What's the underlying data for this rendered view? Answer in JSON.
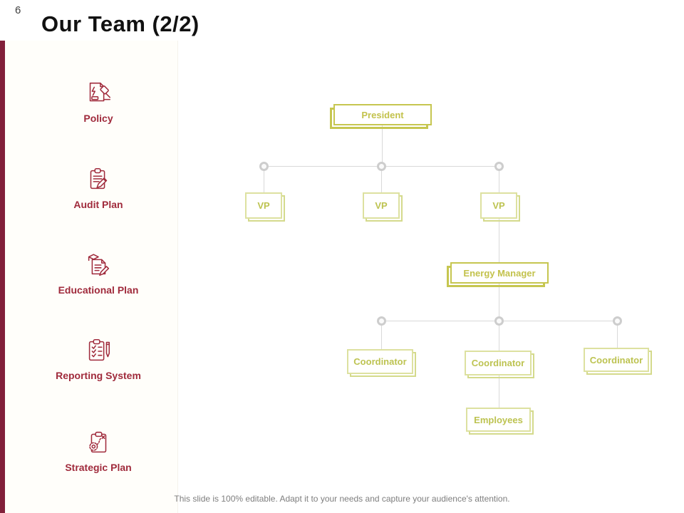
{
  "slide": {
    "page_number": "6",
    "title": "Our Team (2/2)",
    "footer": "This slide is 100% editable. Adapt it to your needs and capture your audience's attention."
  },
  "sidebar": {
    "items": [
      {
        "label": "Policy",
        "icon": "gavel-document-icon"
      },
      {
        "label": "Audit Plan",
        "icon": "clipboard-pencil-icon"
      },
      {
        "label": "Educational Plan",
        "icon": "document-graduation-pencil-icon"
      },
      {
        "label": "Reporting System",
        "icon": "checklist-pencil-icon"
      },
      {
        "label": "Strategic Plan",
        "icon": "gear-strategy-clipboard-icon"
      }
    ]
  },
  "org_chart": {
    "president": "President",
    "vps": [
      "VP",
      "VP",
      "VP"
    ],
    "manager": "Energy Manager",
    "coordinators": [
      "Coordinator",
      "Coordinator",
      "Coordinator"
    ],
    "employees": "Employees"
  },
  "colors": {
    "accent_maroon": "#A02B3C",
    "left_bar_maroon": "#82203A",
    "olive_strong": "#C6C650",
    "olive_pale": "#DDE1A0",
    "olive_shadow_pale": "#D4DA8C",
    "olive_text": "#BDC351",
    "connector_gray": "#D9D9D9",
    "footer_gray": "#7E7E7E"
  }
}
